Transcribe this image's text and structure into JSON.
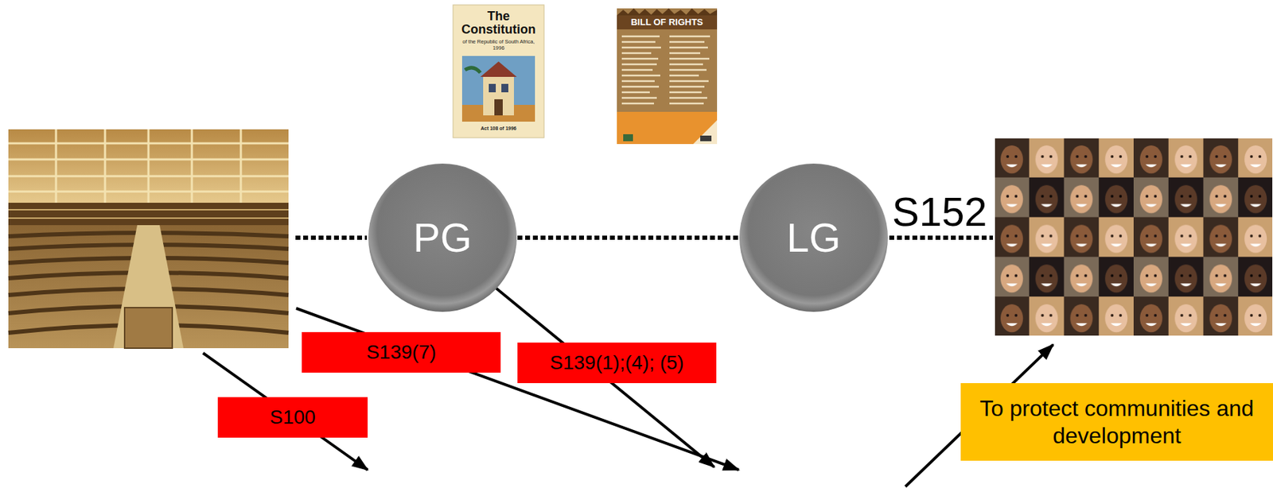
{
  "diagram": {
    "nodes": [
      {
        "text": [
          "PG"
        ]
      },
      {
        "text": [
          "LG"
        ]
      },
      {
        "text": [
          "S139(7)"
        ]
      },
      {
        "text": [
          "S139(1);(4); (5)"
        ]
      },
      {
        "text": [
          "To protect communities and development"
        ]
      },
      {
        "text": [
          "S100"
        ]
      }
    ],
    "edges": [
      {
        "from": 0,
        "to": 1,
        "arrow": "none"
      }
    ],
    "labels": [
      "The Constitution",
      "of the Republic of South Africa, 1996",
      "Act 108 of 1996",
      "BILL OF RIGHTS",
      "S152"
    ]
  }
}
